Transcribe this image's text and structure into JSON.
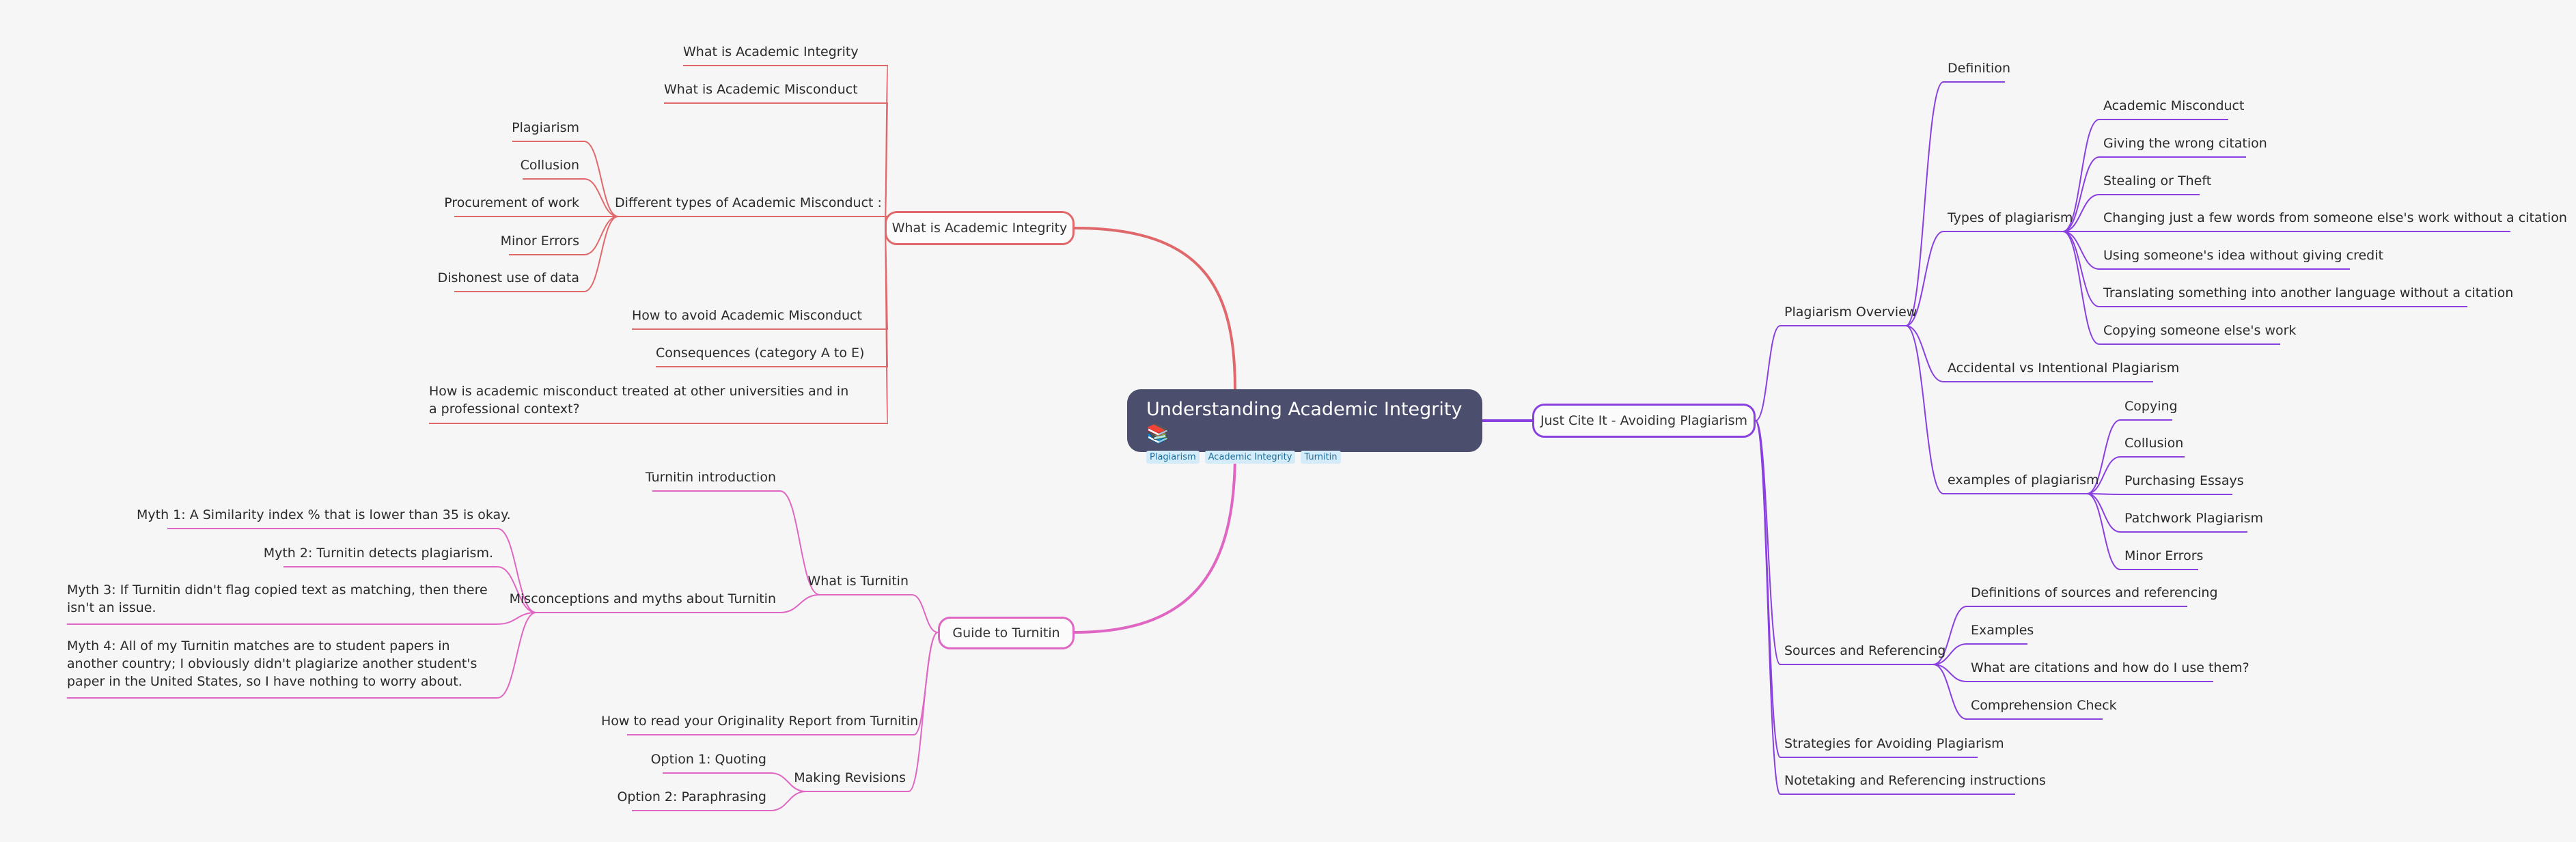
{
  "root": {
    "title": "Understanding Academic Integrity 📚",
    "tags": [
      "Plagiarism",
      "Academic Integrity",
      "Turnitin"
    ]
  },
  "colors": {
    "red": "#e0686a",
    "pink": "#e066c3",
    "purple": "#8a3fe0",
    "root_bg": "#4b4e6d",
    "background": "#f6f6f6"
  },
  "branches": {
    "integrity": {
      "label": "What is Academic Integrity",
      "items": [
        "What is Academic Integrity",
        "What is Academic Misconduct",
        "Different types of Academic Misconduct :",
        "How to avoid Academic Misconduct",
        "Consequences (category A to E)",
        "How is academic misconduct treated at other universities and in a professional context?"
      ],
      "types": [
        "Plagiarism",
        "Collusion",
        "Procurement of work",
        "Minor Errors",
        "Dishonest use of data"
      ]
    },
    "turnitin": {
      "label": "Guide to Turnitin",
      "what_is": "What is Turnitin",
      "intro": "Turnitin introduction",
      "myths_label": "Misconceptions and myths about Turnitin",
      "myths": [
        "Myth 1: A Similarity index % that is lower than 35 is okay.",
        "Myth 2: Turnitin detects plagiarism.",
        "Myth 3: If Turnitin didn't flag copied text as matching, then there isn't an issue.",
        "Myth 4: All of my Turnitin matches are to student papers in another country; I obviously didn't plagiarize another student's paper in the United States, so I have nothing to worry about."
      ],
      "report": "How to read your Originality Report from Turnitin",
      "revisions_label": "Making Revisions",
      "revisions": [
        "Option 1: Quoting",
        "Option 2: Paraphrasing"
      ]
    },
    "cite": {
      "label": "Just Cite It - Avoiding Plagiarism",
      "overview_label": "Plagiarism Overview",
      "definition": "Definition",
      "types_label": "Types of plagiarism",
      "types": [
        "Academic Misconduct",
        "Giving the wrong citation",
        "Stealing or Theft",
        "Changing just a few words from someone else's work without a citation",
        "Using someone's idea without giving credit",
        "Translating something into another language without a citation",
        "Copying someone else's work"
      ],
      "accidental": "Accidental vs Intentional Plagiarism",
      "examples_label": "examples of plagiarism",
      "examples": [
        "Copying",
        "Collusion",
        "Purchasing Essays",
        "Patchwork Plagiarism",
        "Minor Errors"
      ],
      "sources_label": "Sources and Referencing",
      "sources": [
        "Definitions of sources and referencing",
        "Examples",
        "What are citations and how do I use them?",
        "Comprehension Check"
      ],
      "strategies": "Strategies for Avoiding Plagiarism",
      "notetaking": "Notetaking and Referencing instructions"
    }
  }
}
